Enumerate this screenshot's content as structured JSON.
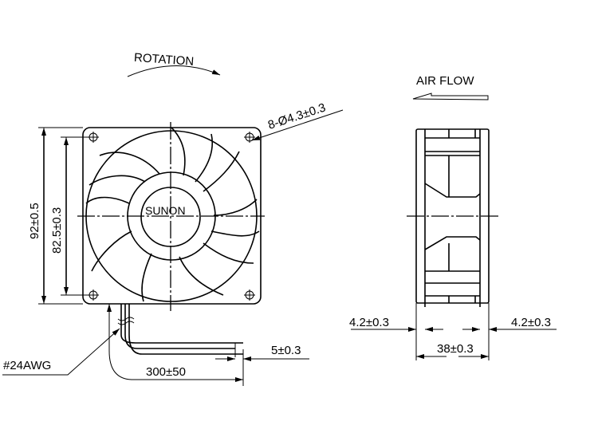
{
  "drawing": {
    "rotation_label": "ROTATION",
    "airflow_label": "AIR FLOW",
    "brand": "SUNON",
    "holes_label": "8-Ø4.3±0.3",
    "outer_size": "92±0.5",
    "hole_pitch": "82.5±0.3",
    "flange_left": "4.2±0.3",
    "flange_right": "4.2±0.3",
    "thickness": "38±0.3",
    "wire_gauge": "#24AWG",
    "wire_length": "300±50",
    "strip_length": "5±0.3"
  }
}
